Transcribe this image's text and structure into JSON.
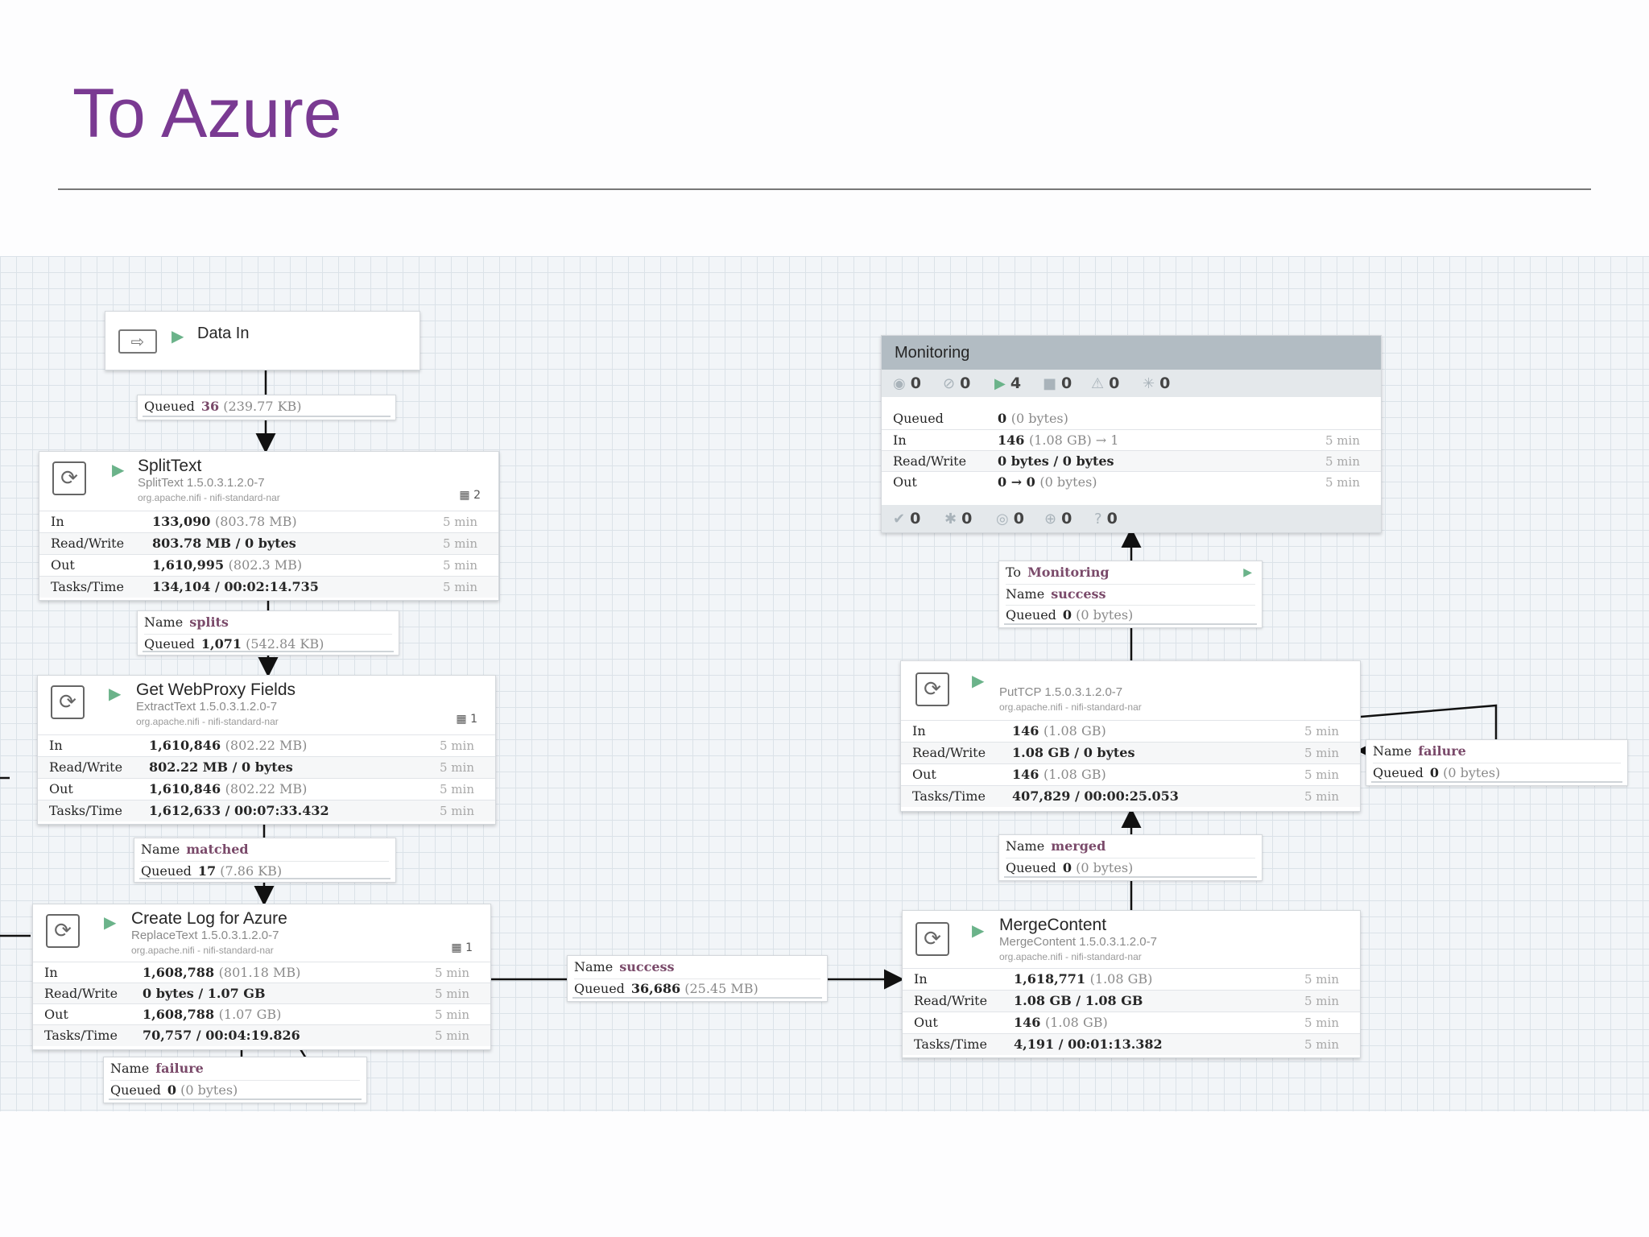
{
  "slide": {
    "title": "To Azure"
  },
  "input_port": {
    "name": "Data In"
  },
  "processors": {
    "splittext": {
      "name": "SplitText",
      "type": "SplitText 1.5.0.3.1.2.0-7",
      "bundle": "org.apache.nifi - nifi-standard-nar",
      "tasks": "2",
      "stats": [
        {
          "label": "In",
          "value": "133,090",
          "paren": "(803.78 MB)",
          "window": "5 min"
        },
        {
          "label": "Read/Write",
          "value": "803.78 MB / 0 bytes",
          "paren": "",
          "window": "5 min"
        },
        {
          "label": "Out",
          "value": "1,610,995",
          "paren": "(802.3 MB)",
          "window": "5 min"
        },
        {
          "label": "Tasks/Time",
          "value": "134,104 / 00:02:14.735",
          "paren": "",
          "window": "5 min"
        }
      ]
    },
    "webproxy": {
      "name": "Get WebProxy Fields",
      "type": "ExtractText 1.5.0.3.1.2.0-7",
      "bundle": "org.apache.nifi - nifi-standard-nar",
      "tasks": "1",
      "stats": [
        {
          "label": "In",
          "value": "1,610,846",
          "paren": "(802.22 MB)",
          "window": "5 min"
        },
        {
          "label": "Read/Write",
          "value": "802.22 MB / 0 bytes",
          "paren": "",
          "window": "5 min"
        },
        {
          "label": "Out",
          "value": "1,610,846",
          "paren": "(802.22 MB)",
          "window": "5 min"
        },
        {
          "label": "Tasks/Time",
          "value": "1,612,633 / 00:07:33.432",
          "paren": "",
          "window": "5 min"
        }
      ]
    },
    "createlog": {
      "name": "Create Log for Azure",
      "type": "ReplaceText 1.5.0.3.1.2.0-7",
      "bundle": "org.apache.nifi - nifi-standard-nar",
      "tasks": "1",
      "stats": [
        {
          "label": "In",
          "value": "1,608,788",
          "paren": "(801.18 MB)",
          "window": "5 min"
        },
        {
          "label": "Read/Write",
          "value": "0 bytes / 1.07 GB",
          "paren": "",
          "window": "5 min"
        },
        {
          "label": "Out",
          "value": "1,608,788",
          "paren": "(1.07 GB)",
          "window": "5 min"
        },
        {
          "label": "Tasks/Time",
          "value": "70,757 / 00:04:19.826",
          "paren": "",
          "window": "5 min"
        }
      ]
    },
    "puttcp": {
      "name": "",
      "type": "PutTCP 1.5.0.3.1.2.0-7",
      "bundle": "org.apache.nifi - nifi-standard-nar",
      "stats": [
        {
          "label": "In",
          "value": "146",
          "paren": "(1.08 GB)",
          "window": "5 min"
        },
        {
          "label": "Read/Write",
          "value": "1.08 GB / 0 bytes",
          "paren": "",
          "window": "5 min"
        },
        {
          "label": "Out",
          "value": "146",
          "paren": "(1.08 GB)",
          "window": "5 min"
        },
        {
          "label": "Tasks/Time",
          "value": "407,829 / 00:00:25.053",
          "paren": "",
          "window": "5 min"
        }
      ]
    },
    "mergecontent": {
      "name": "MergeContent",
      "type": "MergeContent 1.5.0.3.1.2.0-7",
      "bundle": "org.apache.nifi - nifi-standard-nar",
      "stats": [
        {
          "label": "In",
          "value": "1,618,771",
          "paren": "(1.08 GB)",
          "window": "5 min"
        },
        {
          "label": "Read/Write",
          "value": "1.08 GB / 1.08 GB",
          "paren": "",
          "window": "5 min"
        },
        {
          "label": "Out",
          "value": "146",
          "paren": "(1.08 GB)",
          "window": "5 min"
        },
        {
          "label": "Tasks/Time",
          "value": "4,191 / 00:01:13.382",
          "paren": "",
          "window": "5 min"
        }
      ]
    }
  },
  "connections": {
    "data_in": {
      "queued_label": "Queued",
      "queued_value": "36",
      "queued_paren": "(239.77 KB)"
    },
    "splits": {
      "name_label": "Name",
      "name_value": "splits",
      "queued_label": "Queued",
      "queued_value": "1,071",
      "queued_paren": "(542.84 KB)"
    },
    "matched": {
      "name_label": "Name",
      "name_value": "matched",
      "queued_label": "Queued",
      "queued_value": "17",
      "queued_paren": "(7.86 KB)"
    },
    "failure_left": {
      "name_label": "Name",
      "name_value": "failure",
      "queued_label": "Queued",
      "queued_value": "0",
      "queued_paren": "(0 bytes)"
    },
    "success_mid": {
      "name_label": "Name",
      "name_value": "success",
      "queued_label": "Queued",
      "queued_value": "36,686",
      "queued_paren": "(25.45 MB)"
    },
    "merged": {
      "name_label": "Name",
      "name_value": "merged",
      "queued_label": "Queued",
      "queued_value": "0",
      "queued_paren": "(0 bytes)"
    },
    "to_monitoring": {
      "to_label": "To",
      "to_value": "Monitoring",
      "name_label": "Name",
      "name_value": "success",
      "queued_label": "Queued",
      "queued_value": "0",
      "queued_paren": "(0 bytes)"
    },
    "failure_right": {
      "name_label": "Name",
      "name_value": "failure",
      "queued_label": "Queued",
      "queued_value": "0",
      "queued_paren": "(0 bytes)"
    }
  },
  "process_group": {
    "name": "Monitoring",
    "top_counts": [
      "0",
      "0",
      "4",
      "0",
      "0",
      "0"
    ],
    "stats": [
      {
        "label": "Queued",
        "value": "0",
        "paren": "(0 bytes)",
        "window": ""
      },
      {
        "label": "In",
        "value": "146",
        "paren": "(1.08 GB) → 1",
        "window": "5 min"
      },
      {
        "label": "Read/Write",
        "value": "0 bytes / 0 bytes",
        "paren": "",
        "window": "5 min"
      },
      {
        "label": "Out",
        "value": "0 → 0",
        "paren": "(0 bytes)",
        "window": "5 min"
      }
    ],
    "bottom_counts": [
      "0",
      "0",
      "0",
      "0",
      "0"
    ]
  },
  "icons": {
    "processor": "processor-icon",
    "play": "running-icon",
    "port": "input-port-icon",
    "tasks": "active-tasks-icon"
  },
  "colors": {
    "title": "#7a3a92",
    "running": "#6bb38a",
    "group_header": "#b2bcc3"
  }
}
